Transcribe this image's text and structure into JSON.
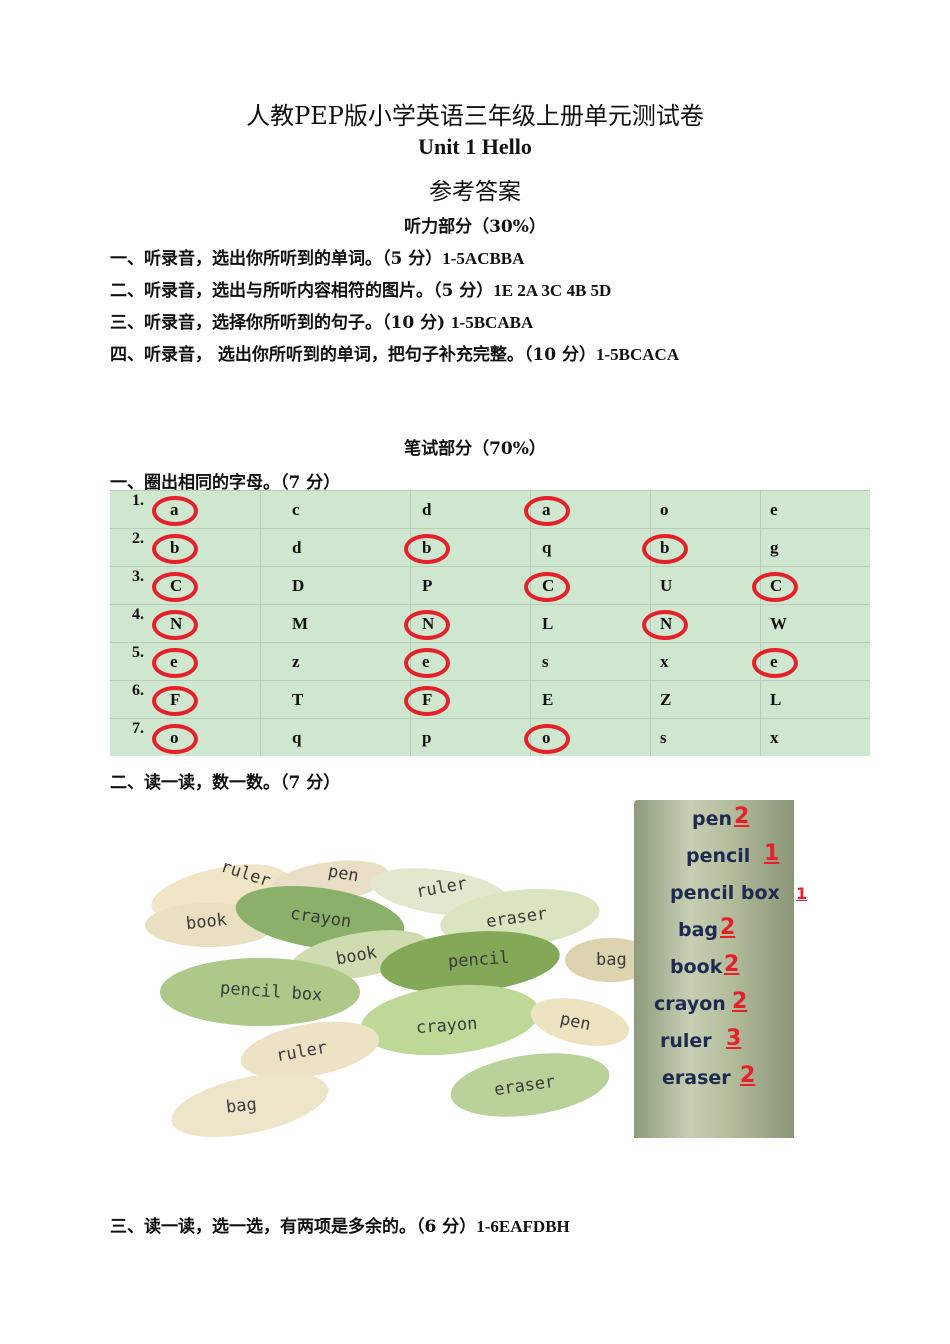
{
  "header": {
    "title": "人教PEP版小学英语三年级上册单元测试卷",
    "unit": "Unit 1 Hello",
    "answer_key": "参考答案"
  },
  "listening": {
    "heading": "听力部分（30%）",
    "items": [
      {
        "text": "一、听录音，选出你所听到的单词。（5 分）",
        "answer": "1-5ACBBA"
      },
      {
        "text": "二、听录音，选出与所听内容相符的图片。（5 分）",
        "answer": "1E 2A 3C 4B 5D"
      },
      {
        "text": "三、听录音，选择你所听到的句子。（10 分)",
        "answer": "1-5BCABA"
      },
      {
        "text": "四、听录音， 选出你所听到的单词，把句子补充完整。（10 分）",
        "answer": "1-5BCACA"
      }
    ]
  },
  "writing": {
    "heading": "笔试部分（70%）",
    "q1_title": "一、圈出相同的字母。（7 分）",
    "grid": [
      {
        "num": "1.",
        "letters": [
          "a",
          "c",
          "d",
          "a",
          "o",
          "e"
        ]
      },
      {
        "num": "2.",
        "letters": [
          "b",
          "d",
          "b",
          "q",
          "b",
          "g"
        ]
      },
      {
        "num": "3.",
        "letters": [
          "C",
          "D",
          "P",
          "C",
          "U",
          "C"
        ]
      },
      {
        "num": "4.",
        "letters": [
          "N",
          "M",
          "N",
          "L",
          "N",
          "W"
        ]
      },
      {
        "num": "5.",
        "letters": [
          "e",
          "z",
          "e",
          "s",
          "x",
          "e"
        ]
      },
      {
        "num": "6.",
        "letters": [
          "F",
          "T",
          "F",
          "E",
          "Z",
          "L"
        ]
      },
      {
        "num": "7.",
        "letters": [
          "o",
          "q",
          "p",
          "o",
          "s",
          "x"
        ]
      }
    ],
    "q2_title": "二、读一读，数一数。（7 分）",
    "leaf_words": [
      "ruler",
      "pen",
      "ruler",
      "book",
      "crayon",
      "eraser",
      "book",
      "pencil",
      "bag",
      "pencil box",
      "crayon",
      "pen",
      "ruler",
      "eraser",
      "bag"
    ],
    "tally": [
      {
        "word": "pen",
        "count": "2"
      },
      {
        "word": "pencil",
        "count": "1"
      },
      {
        "word": "pencil box",
        "count": "1"
      },
      {
        "word": "bag",
        "count": "2"
      },
      {
        "word": "book",
        "count": "2"
      },
      {
        "word": "crayon",
        "count": "2"
      },
      {
        "word": "ruler",
        "count": "3"
      },
      {
        "word": "eraser",
        "count": "2"
      }
    ],
    "q3_title": "三、读一读，选一选，有两项是多余的。（6 分）",
    "q3_answer": "1-6EAFDBH"
  }
}
